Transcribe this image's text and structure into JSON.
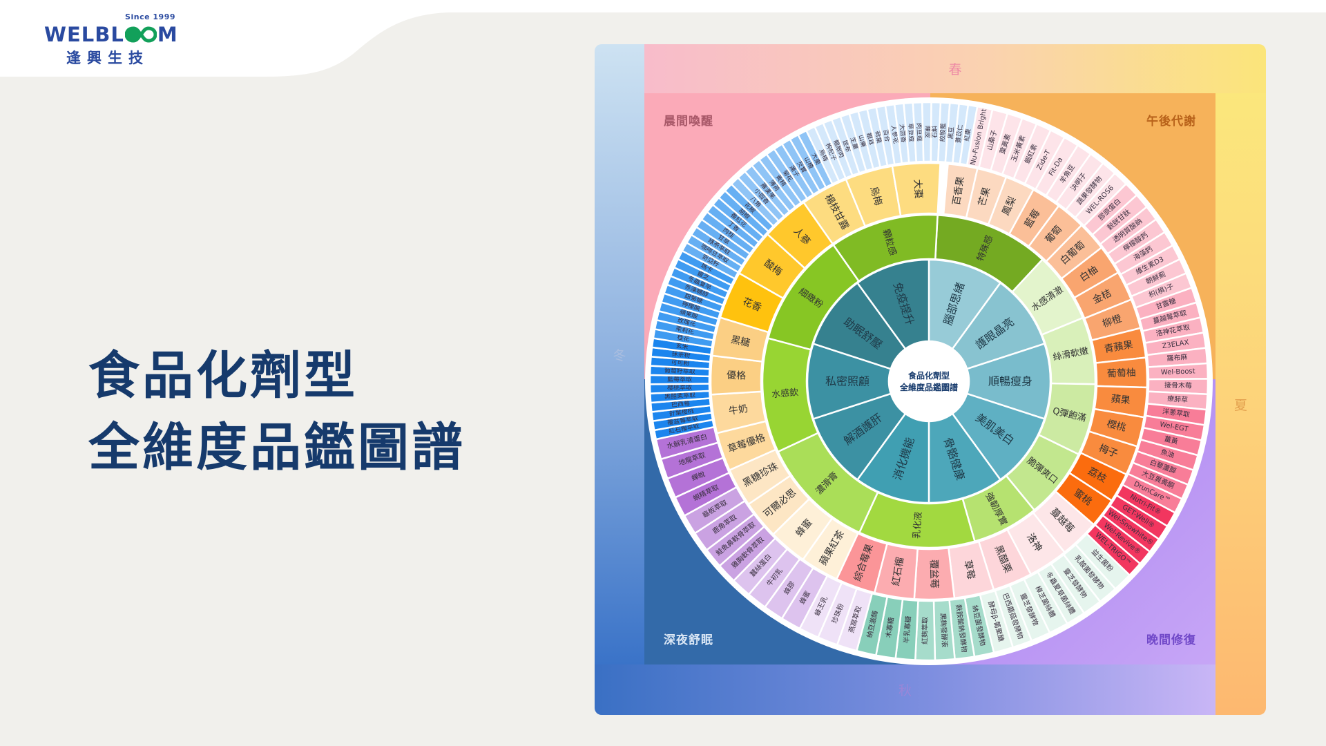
{
  "logo": {
    "since": "Since 1999",
    "brand": "WELBLOOM",
    "chinese": "逢興生技"
  },
  "title": {
    "line1": "食品化劑型",
    "line2": "全維度品鑑圖譜"
  },
  "quadrants": {
    "morning": "晨間喚醒",
    "afternoon": "午後代謝",
    "night": "深夜舒眠",
    "evening": "晚間修復"
  },
  "seasons": {
    "spring": "春",
    "summer": "夏",
    "autumn": "秋",
    "winter": "冬"
  },
  "wheel": {
    "center_line1": "食品化劑型",
    "center_line2": "全維度品鑑圖譜",
    "efficacy": [
      {
        "label": "腦部思緒",
        "color": "#97cbd7"
      },
      {
        "label": "護眼晶亮",
        "color": "#88c3d0"
      },
      {
        "label": "順暢瘦身",
        "color": "#79bccc"
      },
      {
        "label": "美肌美白",
        "color": "#5fb0c3"
      },
      {
        "label": "骨骼健康",
        "color": "#4da7ba"
      },
      {
        "label": "消化機能",
        "color": "#409fb2"
      },
      {
        "label": "解酒護肝",
        "color": "#3c91a3"
      },
      {
        "label": "私密照顧",
        "color": "#3c91a3"
      },
      {
        "label": "助眠舒壓",
        "color": "#36818f"
      },
      {
        "label": "免疫提升",
        "color": "#36818f"
      }
    ],
    "texture": [
      {
        "label": "特殊感",
        "color": "#74aa22"
      },
      {
        "label": "水感清澈",
        "color": "#e3f4cc"
      },
      {
        "label": "絲滑軟嫩",
        "color": "#d9f0ba"
      },
      {
        "label": "Q彈飽滿",
        "color": "#cceaa2"
      },
      {
        "label": "脆彈爽口",
        "color": "#c2e78e"
      },
      {
        "label": "強韌厚實",
        "color": "#b6e270"
      },
      {
        "label": "乳化液",
        "color": "#a2d940"
      },
      {
        "label": "濃滑膏",
        "color": "#aade58"
      },
      {
        "label": "水感飲",
        "color": "#98d533"
      },
      {
        "label": "細緻粉",
        "color": "#87c624"
      },
      {
        "label": "顆粒感",
        "color": "#80bb24"
      }
    ],
    "flavor": [
      {
        "color": "#fcd9c0",
        "items": [
          "百香果",
          "芒果",
          "鳳梨"
        ]
      },
      {
        "color": "#fbbf98",
        "items": [
          "藍莓",
          "葡萄",
          "白葡萄"
        ]
      },
      {
        "color": "#f9a56f",
        "items": [
          "白柚",
          "金桔",
          "柳橙"
        ]
      },
      {
        "color": "#f98b3e",
        "items": [
          "青蘋果",
          "葡萄柚",
          "蘋果",
          "櫻桃",
          "梅子"
        ]
      },
      {
        "color": "#fb6c0e",
        "items": [
          "荔枝",
          "蜜桃"
        ]
      },
      {
        "color": "#fde6e8",
        "items": [
          "蔓越莓",
          "洛神"
        ]
      },
      {
        "color": "#fdd6da",
        "items": [
          "黑醋栗",
          "草莓"
        ]
      },
      {
        "color": "#fcacb0",
        "items": [
          "覆盆莓",
          "紅石榴"
        ]
      },
      {
        "color": "#fb9598",
        "items": [
          "綜合莓果"
        ]
      },
      {
        "color": "#fef0d8",
        "items": [
          "蘋果紅茶",
          "蜂蜜"
        ]
      },
      {
        "color": "#fde6c4",
        "items": [
          "可爾必思",
          "黑糖珍珠"
        ]
      },
      {
        "color": "#fdd99d",
        "items": [
          "草莓優格",
          "牛奶"
        ]
      },
      {
        "color": "#fbcf84",
        "items": [
          "優格",
          "黑糖"
        ]
      },
      {
        "color": "#ffc20e",
        "items": [
          "花香"
        ]
      },
      {
        "color": "#ffc82c",
        "items": [
          "酸梅",
          "人蔘"
        ]
      },
      {
        "color": "#fddc80",
        "items": [
          "楊枝甘露",
          "烏梅",
          "大棗"
        ]
      }
    ],
    "ingredients": [
      {
        "color": "#fde4e9",
        "items": [
          "Nu-Fusion Bright",
          "山桑子",
          "葉黃素",
          "玉米黃素",
          "蝦紅素",
          "Zide-T",
          "Fit-Da",
          "羊角豆",
          "決明子",
          "蔬果發酵物",
          "WEL-ROS6"
        ]
      },
      {
        "color": "#fcc7d2",
        "items": [
          "膠原蛋白",
          "穀胱甘肽",
          "透明質酸鈉",
          "檸檬酸鈣",
          "海藻鈣",
          "維生素D3",
          "朝鮮薊",
          "枳(椇)子"
        ]
      },
      {
        "color": "#fbb1c1",
        "items": [
          "甘露糖",
          "蔓越莓萃取",
          "洛神花萃取",
          "Z3ELAX",
          "羅布麻",
          "Wel-Boost",
          "接骨木莓",
          "療肺草"
        ]
      },
      {
        "color": "#f87d98",
        "items": [
          "洋蔥萃取",
          "Wel-EGT",
          "薑黃",
          "魚油",
          "白藜蘆醇",
          "大豆異黃酮",
          "DrunCare™"
        ]
      },
      {
        "color": "#f2365f",
        "items": [
          "Nutri-Fit®",
          "GET-Well®",
          "Wel-Snowhite®",
          "Wel-Revive®",
          "WEL-TRIGO™"
        ]
      },
      {
        "color": "#e6f5ee",
        "items": [
          "益生菌粉",
          "乳酸菌發酵物",
          "靈芝發酵物",
          "冬蟲夏草菌絲體",
          "樟芝菌絲體",
          "靈芝發酵物",
          "巴西蘑菇發酵物",
          "酵母β-葡聚醣"
        ]
      },
      {
        "color": "#a6dccb",
        "items": [
          "納豆菌發酵物",
          "麩胺酸鈉發酵物",
          "黑麴發酵液",
          "紅麴萃取"
        ]
      },
      {
        "color": "#88cfba",
        "items": [
          "半乳寡糖",
          "木寡糖",
          "納豆激酶"
        ]
      },
      {
        "color": "#efe2f7",
        "items": [
          "燕窩萃取",
          "珍珠粉",
          "蜂王乳"
        ]
      },
      {
        "color": "#ddc3ee",
        "items": [
          "蜂蜜",
          "蜂膠",
          "牛初乳",
          "蠶絲蛋白"
        ]
      },
      {
        "color": "#caa2e2",
        "items": [
          "雞胸軟骨萃取",
          "鮭魚鼻軟骨萃取",
          "鹿角萃取",
          "龜板萃取"
        ]
      },
      {
        "color": "#b472d7",
        "items": [
          "蜆精萃取",
          "蟬蛻",
          "地龍萃取",
          "水解乳清蛋白"
        ]
      },
      {
        "color": "#1b85ee",
        "items": [
          "紅石榴萃取",
          "覆盆莓萃取",
          "針葉櫻桃",
          "巴西莓",
          "黑醋栗萃取",
          "櫻桃萃取",
          "藍莓萃取",
          "葡萄籽萃取",
          "可可粉",
          "抹茶粉",
          "玄米"
        ]
      },
      {
        "color": "#3f9bf1",
        "items": [
          "桂花",
          "茉莉花",
          "玫瑰花",
          "蘋果酸",
          "檸檬酸",
          "甜菊糖",
          "赤藻糖醇",
          "冬蟲夏草",
          "靈芝",
          "瑪卡"
        ]
      },
      {
        "color": "#66aff3",
        "items": [
          "奇亞籽",
          "咖啡豆萃取",
          "綠茶萃取",
          "甘草",
          "肉桂",
          "丁香",
          "番紅花",
          "胡椒",
          "花椒"
        ]
      },
      {
        "color": "#8fc4f6",
        "items": [
          "八角",
          "小茴香",
          "羅漢果",
          "薄荷",
          "黃精",
          "菊花",
          "蓮子",
          "芡實",
          "山楂",
          "大棗"
        ]
      },
      {
        "color": "#d4e8fb",
        "items": [
          "烏梅",
          "枸杞子",
          "龍眼肉",
          "昆布",
          "生薑",
          "山藥",
          "銀耳",
          "荷葉",
          "百合",
          "人參花",
          "大茴香",
          "草豆蔻",
          "肉豆蔻",
          "陳皮",
          "石斛",
          "絞股藍",
          "黑豆",
          "薏苡仁",
          "紅棗"
        ]
      }
    ]
  }
}
